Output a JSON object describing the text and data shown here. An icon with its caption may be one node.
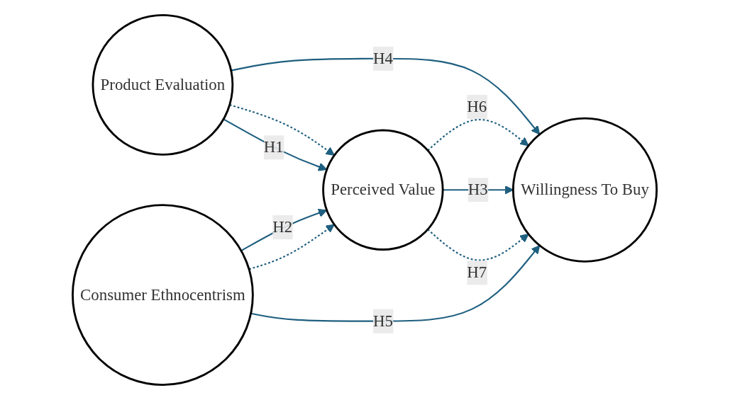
{
  "diagram": {
    "nodes": [
      {
        "text": [
          "Product Evaluation"
        ]
      },
      {
        "text": [
          "Perceived Value"
        ]
      },
      {
        "text": [
          "Willingness To Buy"
        ]
      },
      {
        "text": [
          "Consumer Ethnocentrism"
        ]
      }
    ],
    "edges": [
      {
        "from": 0,
        "to": 2,
        "arrow": "to",
        "label": "H4"
      },
      {
        "from": 0,
        "to": 1,
        "arrow": "to",
        "style": "dashed"
      },
      {
        "from": 0,
        "to": 1,
        "arrow": "to",
        "label": "H1"
      },
      {
        "from": 3,
        "to": 1,
        "arrow": "to",
        "label": "H2"
      },
      {
        "from": 3,
        "to": 1,
        "arrow": "to",
        "style": "dashed"
      },
      {
        "from": 3,
        "to": 2,
        "arrow": "to",
        "label": "H5"
      },
      {
        "from": 1,
        "to": 2,
        "arrow": "to",
        "label": "H6",
        "style": "dashed"
      },
      {
        "from": 1,
        "to": 2,
        "arrow": "to",
        "label": "H3"
      },
      {
        "from": 1,
        "to": 2,
        "arrow": "to",
        "label": "H7",
        "style": "dashed"
      }
    ]
  }
}
